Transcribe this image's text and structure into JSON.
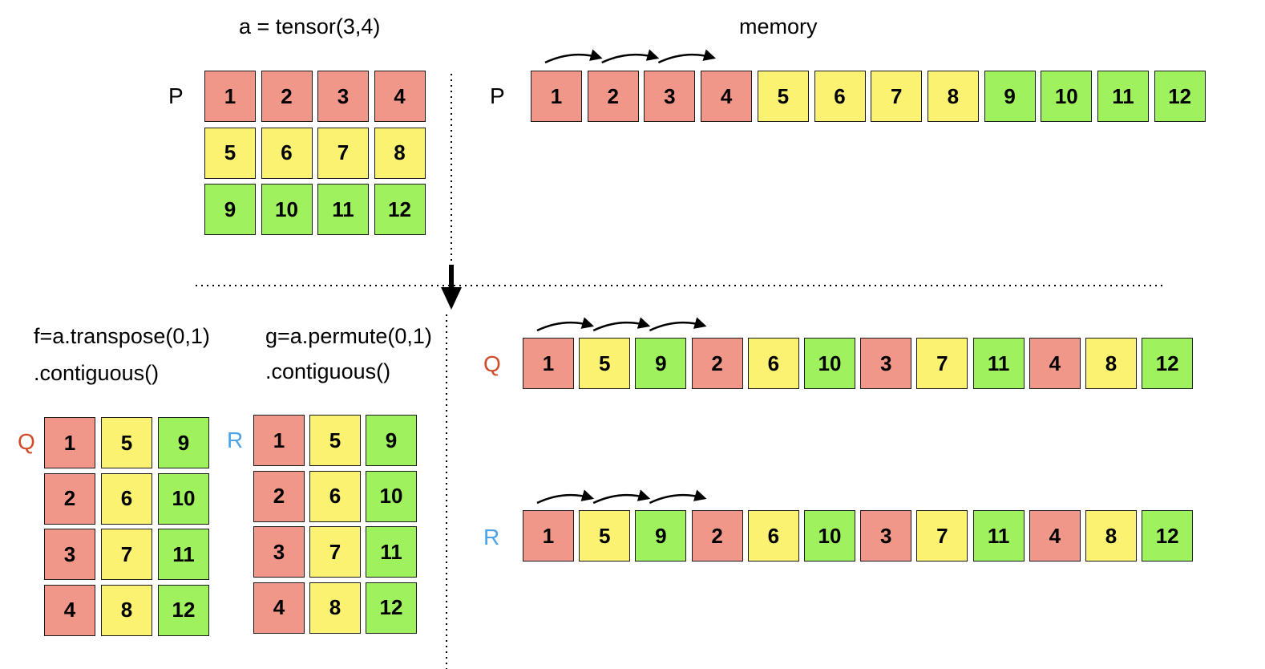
{
  "title_tensor": "a = tensor(3,4)",
  "title_memory": "memory",
  "label_P": "P",
  "label_Q": "Q",
  "label_R": "R",
  "code_transpose_line1": "f=a.transpose(0,1)",
  "code_transpose_line2": ".contiguous()",
  "code_permute_line1": "g=a.permute(0,1)",
  "code_permute_line2": ".contiguous()",
  "colors": {
    "red": "#f0978a",
    "yellow": "#fbf272",
    "green": "#9ff25e",
    "label_Q": "#d04a2a",
    "label_R": "#4aa3e8"
  },
  "grid_P": [
    [
      1,
      2,
      3,
      4
    ],
    [
      5,
      6,
      7,
      8
    ],
    [
      9,
      10,
      11,
      12
    ]
  ],
  "grid_Q": [
    [
      1,
      5,
      9
    ],
    [
      2,
      6,
      10
    ],
    [
      3,
      7,
      11
    ],
    [
      4,
      8,
      12
    ]
  ],
  "grid_R": [
    [
      1,
      5,
      9
    ],
    [
      2,
      6,
      10
    ],
    [
      3,
      7,
      11
    ],
    [
      4,
      8,
      12
    ]
  ],
  "memory_P": [
    1,
    2,
    3,
    4,
    5,
    6,
    7,
    8,
    9,
    10,
    11,
    12
  ],
  "memory_Q": [
    1,
    5,
    9,
    2,
    6,
    10,
    3,
    7,
    11,
    4,
    8,
    12
  ],
  "memory_R": [
    1,
    5,
    9,
    2,
    6,
    10,
    3,
    7,
    11,
    4,
    8,
    12
  ],
  "arrow_icons": [
    "stride-arrow-icon",
    "down-arrow-icon"
  ]
}
